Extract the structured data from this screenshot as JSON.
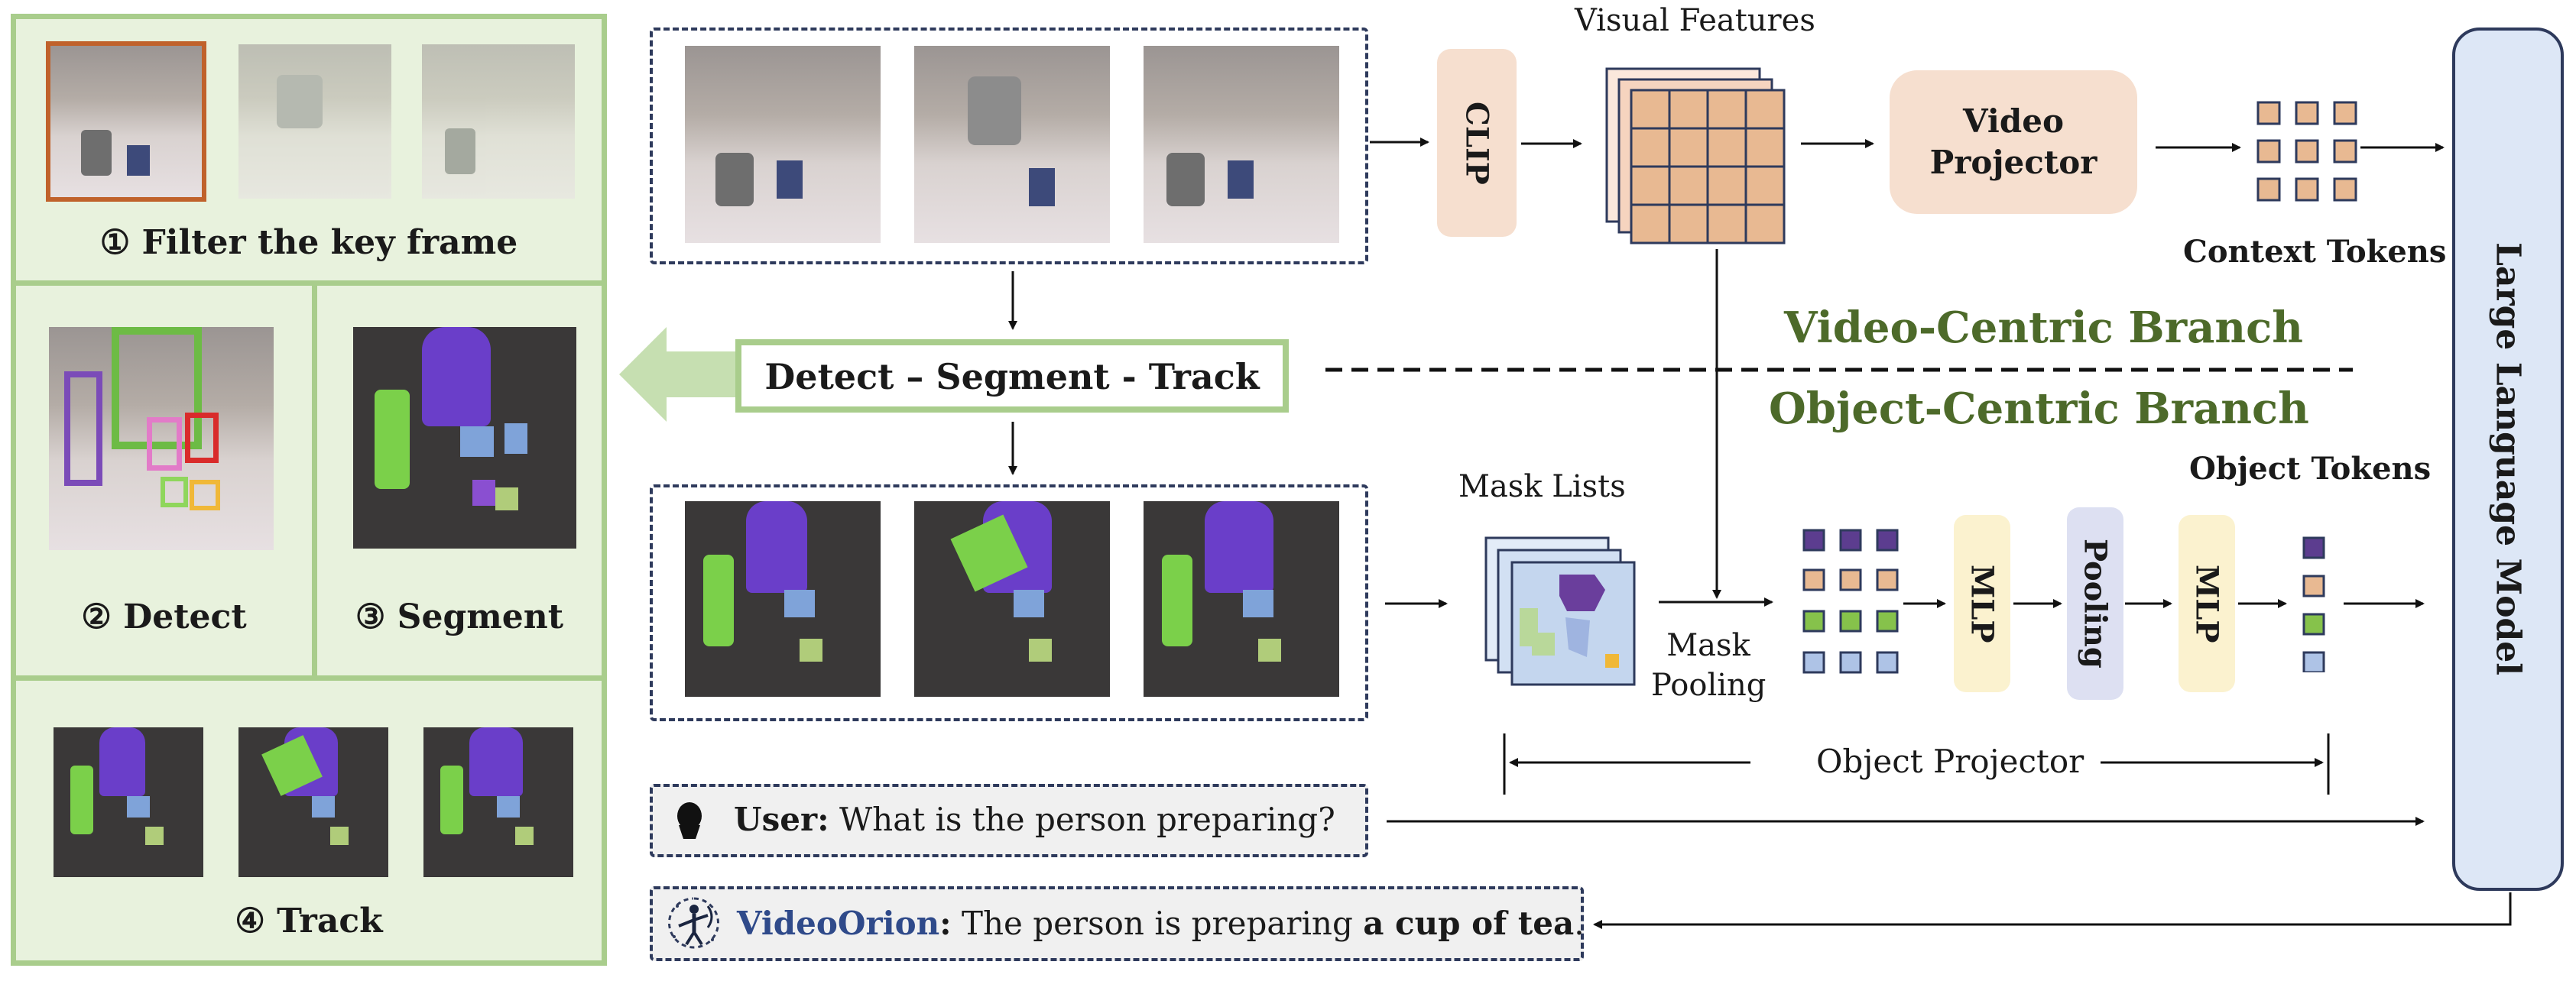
{
  "left_panel": {
    "step1": "① Filter the key frame",
    "step2": "② Detect",
    "step3": "③ Segment",
    "step4": "④ Track"
  },
  "pipeline": {
    "dst_label": "Detect – Segment - Track"
  },
  "video_branch": {
    "clip_label": "CLIP",
    "visual_features_label": "Visual Features",
    "video_projector_label": "Video\nProjector",
    "context_tokens_label": "Context Tokens",
    "branch_title": "Video-Centric Branch"
  },
  "object_branch": {
    "branch_title": "Object-Centric Branch",
    "mask_lists_label": "Mask Lists",
    "mask_pooling_label": "Mask\nPooling",
    "mlp1_label": "MLP",
    "pooling_label": "Pooling",
    "mlp2_label": "MLP",
    "object_tokens_label": "Object Tokens",
    "object_projector_label": "Object Projector"
  },
  "llm": {
    "label": "Large Language Model"
  },
  "dialog": {
    "user_prefix": "User:",
    "user_text": " What is the person preparing?",
    "bot_name": "VideoOrion",
    "bot_colon": ":",
    "bot_text": " The person is preparing ",
    "bot_answer": "a cup of tea",
    "bot_end": "."
  },
  "colors": {
    "green_fill": "#e8f2dd",
    "green_border": "#a9cd8c",
    "orange_token": "#e8b992",
    "purple_token": "#5c3d8f",
    "green_token": "#86c24b",
    "blue_token": "#aec3e6",
    "mlp_fill": "#fbf2cf",
    "pooling_fill": "#dde0f2",
    "llm_fill": "#dde7f6",
    "llm_border": "#2e3a5c",
    "branch_title_color": "#4d6a2a",
    "videoorion_color": "#2f4a8a"
  }
}
